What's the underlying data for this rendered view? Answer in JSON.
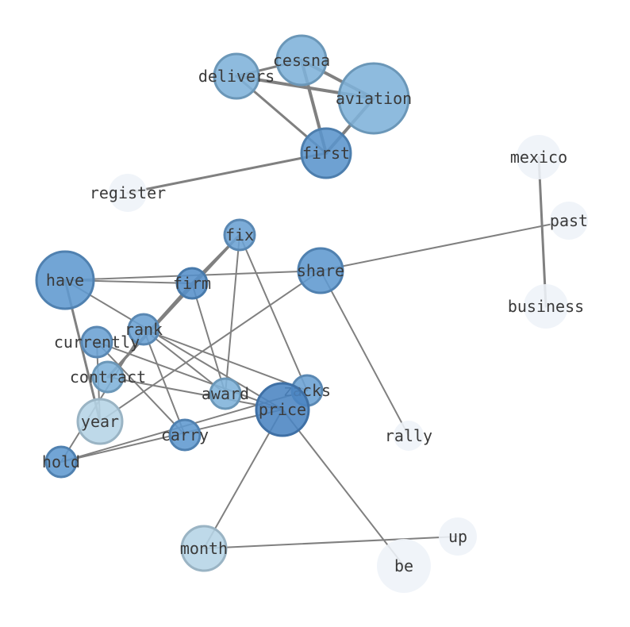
{
  "nodes": [
    {
      "id": "cessna",
      "label": "cessna",
      "color": "#7eb2d9"
    },
    {
      "id": "delivers",
      "label": "delivers",
      "color": "#7eb2d9"
    },
    {
      "id": "aviation",
      "label": "aviation",
      "color": "#7eb2d9"
    },
    {
      "id": "first",
      "label": "first",
      "color": "#5a94cc"
    },
    {
      "id": "register",
      "label": "register",
      "color": "#eef2f8"
    },
    {
      "id": "mexico",
      "label": "mexico",
      "color": "#eef2f8"
    },
    {
      "id": "past",
      "label": "past",
      "color": "#eef2f8"
    },
    {
      "id": "business",
      "label": "business",
      "color": "#eef2f8"
    },
    {
      "id": "fix",
      "label": "fix",
      "color": "#6aa0d3"
    },
    {
      "id": "have",
      "label": "have",
      "color": "#5e98cf"
    },
    {
      "id": "firm",
      "label": "firm",
      "color": "#5590c9"
    },
    {
      "id": "share",
      "label": "share",
      "color": "#5e98cf"
    },
    {
      "id": "rank",
      "label": "rank",
      "color": "#6aa0d3"
    },
    {
      "id": "currently",
      "label": "currently",
      "color": "#6aa0d3"
    },
    {
      "id": "contract",
      "label": "contract",
      "color": "#7eb2d9"
    },
    {
      "id": "award",
      "label": "award",
      "color": "#7eb2d9"
    },
    {
      "id": "zacks",
      "label": "zacks",
      "color": "#6aa0d3"
    },
    {
      "id": "price",
      "label": "price",
      "color": "#4a84c2"
    },
    {
      "id": "year",
      "label": "year",
      "color": "#b5d4e6"
    },
    {
      "id": "carry",
      "label": "carry",
      "color": "#5e98cf"
    },
    {
      "id": "hold",
      "label": "hold",
      "color": "#5e98cf"
    },
    {
      "id": "rally",
      "label": "rally",
      "color": "#eef2f8"
    },
    {
      "id": "up",
      "label": "up",
      "color": "#eef2f8"
    },
    {
      "id": "month",
      "label": "month",
      "color": "#b5d4e6"
    },
    {
      "id": "be",
      "label": "be",
      "color": "#eef2f8"
    }
  ],
  "edges": [
    {
      "source": "cessna",
      "target": "aviation",
      "weight": 4
    },
    {
      "source": "cessna",
      "target": "first",
      "weight": 4
    },
    {
      "source": "cessna",
      "target": "delivers",
      "weight": 3
    },
    {
      "source": "delivers",
      "target": "aviation",
      "weight": 4
    },
    {
      "source": "delivers",
      "target": "first",
      "weight": 3
    },
    {
      "source": "aviation",
      "target": "first",
      "weight": 4
    },
    {
      "source": "first",
      "target": "register",
      "weight": 3
    },
    {
      "source": "mexico",
      "target": "business",
      "weight": 3
    },
    {
      "source": "past",
      "target": "share",
      "weight": 2
    },
    {
      "source": "fix",
      "target": "firm",
      "weight": 3
    },
    {
      "source": "fix",
      "target": "contract",
      "weight": 3
    },
    {
      "source": "fix",
      "target": "award",
      "weight": 2
    },
    {
      "source": "fix",
      "target": "zacks",
      "weight": 2
    },
    {
      "source": "have",
      "target": "firm",
      "weight": 2
    },
    {
      "source": "have",
      "target": "share",
      "weight": 2
    },
    {
      "source": "have",
      "target": "year",
      "weight": 3
    },
    {
      "source": "have",
      "target": "price",
      "weight": 2
    },
    {
      "source": "firm",
      "target": "award",
      "weight": 2
    },
    {
      "source": "firm",
      "target": "contract",
      "weight": 3
    },
    {
      "source": "share",
      "target": "rally",
      "weight": 2
    },
    {
      "source": "share",
      "target": "year",
      "weight": 2
    },
    {
      "source": "rank",
      "target": "hold",
      "weight": 2
    },
    {
      "source": "rank",
      "target": "zacks",
      "weight": 2
    },
    {
      "source": "rank",
      "target": "carry",
      "weight": 2
    },
    {
      "source": "rank",
      "target": "award",
      "weight": 2
    },
    {
      "source": "currently",
      "target": "year",
      "weight": 2
    },
    {
      "source": "currently",
      "target": "price",
      "weight": 2
    },
    {
      "source": "currently",
      "target": "carry",
      "weight": 2
    },
    {
      "source": "contract",
      "target": "price",
      "weight": 2
    },
    {
      "source": "price",
      "target": "hold",
      "weight": 2
    },
    {
      "source": "price",
      "target": "month",
      "weight": 2
    },
    {
      "source": "price",
      "target": "be",
      "weight": 2
    },
    {
      "source": "zacks",
      "target": "hold",
      "weight": 2
    },
    {
      "source": "month",
      "target": "up",
      "weight": 2
    }
  ]
}
